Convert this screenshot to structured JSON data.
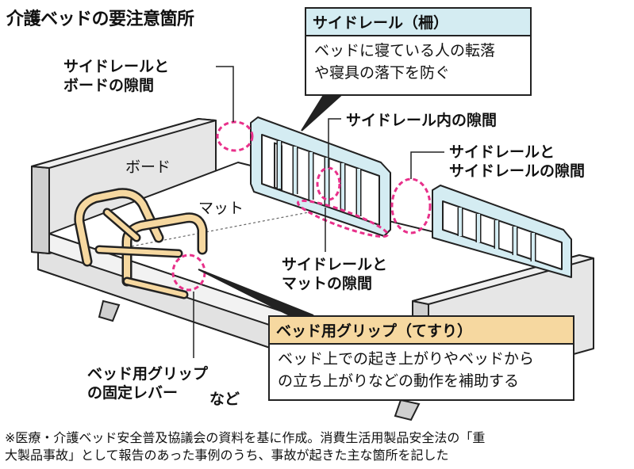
{
  "title": "介護ベッドの要注意箇所",
  "labels": {
    "board": "ボード",
    "mat": "マット",
    "rail_board_gap": [
      "サイドレールと",
      "ボードの隙間"
    ],
    "rail_inner_gap": "サイドレール内の隙間",
    "rail_rail_gap": [
      "サイドレールと",
      "サイドレールの隙間"
    ],
    "rail_mat_gap": [
      "サイドレールと",
      "マットの隙間"
    ],
    "grip_lever": [
      "ベッド用グリップ",
      "の固定レバー"
    ],
    "etc": "など"
  },
  "callouts": {
    "side_rail": {
      "heading": "サイドレール（柵）",
      "body": [
        "ベッドに寝ている人の転落",
        "や寝具の落下を防ぐ"
      ]
    },
    "grip": {
      "heading": "ベッド用グリップ（てすり）",
      "body": [
        "ベッド上での起き上がりやベッドから",
        "の立ち上がりなどの動作を補助する"
      ]
    }
  },
  "footnote": [
    "※医療・介護ベッド安全普及協議会の資料を基に作成。消費生活用製品安全法の「重",
    "大製品事故」として報告のあった事例のうち、事故が起きた主な箇所を記した"
  ],
  "colors": {
    "rail_fill": "#d4ecf2",
    "grip_fill": "#f6d8a0",
    "highlight": "#e8308a",
    "bed_gray": "#e6e6e6",
    "mat_white": "#ffffff"
  }
}
